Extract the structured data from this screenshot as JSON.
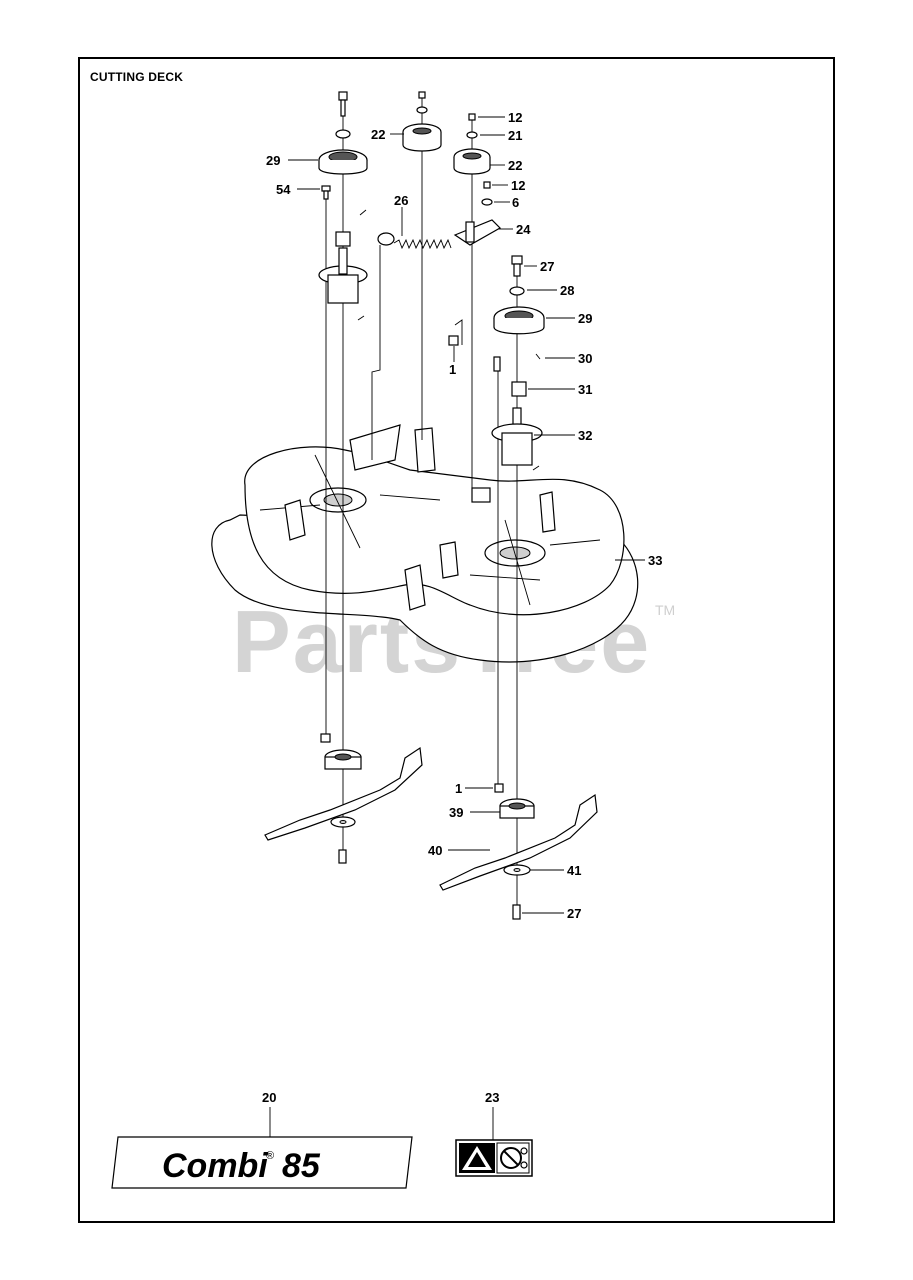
{
  "title": "CUTTING DECK",
  "watermark": {
    "text": "PartsTree",
    "trademark": "TM"
  },
  "callouts": [
    {
      "id": "c12a",
      "text": "12"
    },
    {
      "id": "c22a",
      "text": "22"
    },
    {
      "id": "c21",
      "text": "21"
    },
    {
      "id": "c29a",
      "text": "29"
    },
    {
      "id": "c22b",
      "text": "22"
    },
    {
      "id": "c54",
      "text": "54"
    },
    {
      "id": "c12b",
      "text": "12"
    },
    {
      "id": "c26",
      "text": "26"
    },
    {
      "id": "c6",
      "text": "6"
    },
    {
      "id": "c24",
      "text": "24"
    },
    {
      "id": "c27a",
      "text": "27"
    },
    {
      "id": "c28",
      "text": "28"
    },
    {
      "id": "c29b",
      "text": "29"
    },
    {
      "id": "c30",
      "text": "30"
    },
    {
      "id": "c1a",
      "text": "1"
    },
    {
      "id": "c31",
      "text": "31"
    },
    {
      "id": "c32",
      "text": "32"
    },
    {
      "id": "c33",
      "text": "33"
    },
    {
      "id": "c1b",
      "text": "1"
    },
    {
      "id": "c39",
      "text": "39"
    },
    {
      "id": "c40",
      "text": "40"
    },
    {
      "id": "c41",
      "text": "41"
    },
    {
      "id": "c27b",
      "text": "27"
    },
    {
      "id": "c20",
      "text": "20"
    },
    {
      "id": "c23",
      "text": "23"
    }
  ],
  "decal_20": {
    "brand": "Combi",
    "registered": "®",
    "model": "85"
  },
  "colors": {
    "line": "#000000",
    "watermark": "#d4d4d4",
    "shade": "#cfcfcf"
  }
}
